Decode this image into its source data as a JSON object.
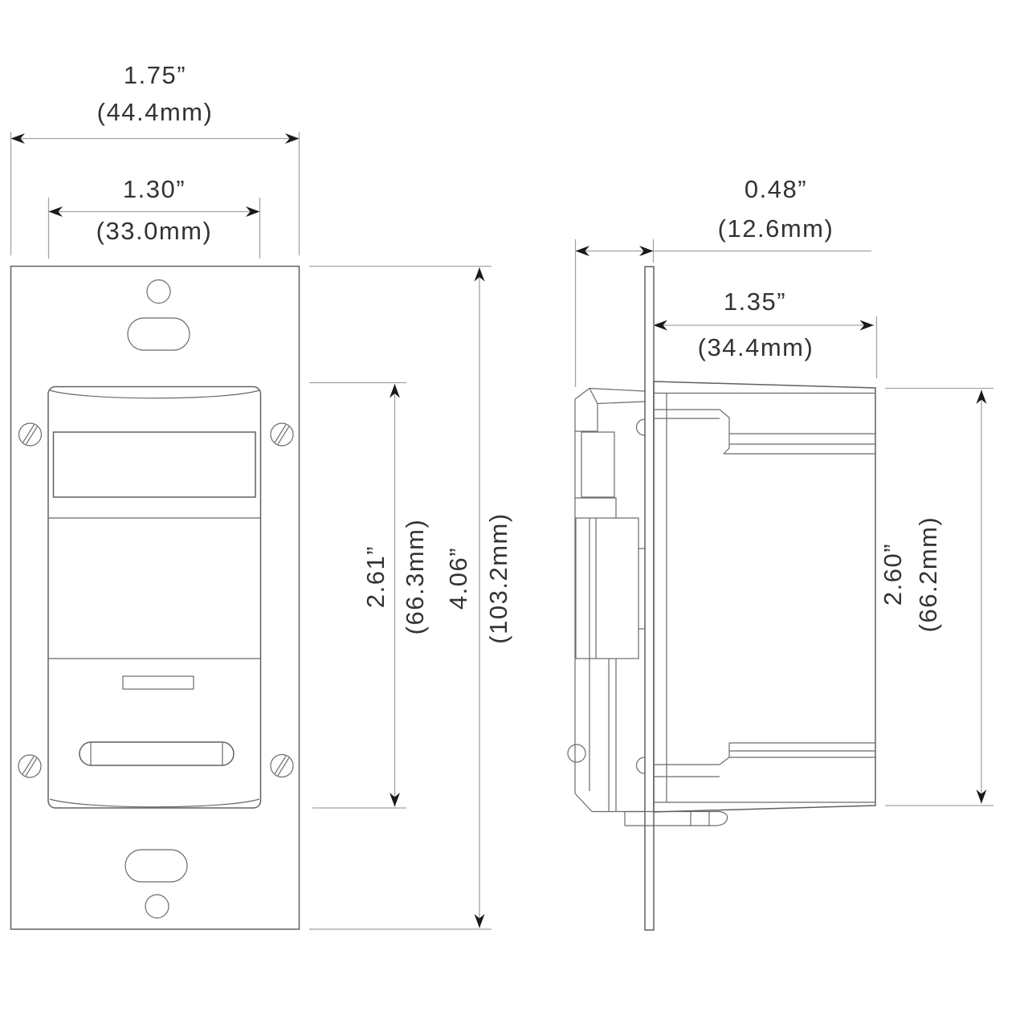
{
  "drawing": {
    "type": "dimensioned technical drawing, wall occupancy sensor switch",
    "views": {
      "front_view": "front elevation of wall plate with sensor module",
      "side_view": "side profile of plate and sensor body"
    },
    "dimensions": {
      "overall_width": {
        "inches": "1.75”",
        "mm": "(44.4mm)"
      },
      "module_width": {
        "inches": "1.30”",
        "mm": "(33.0mm)"
      },
      "module_height": {
        "inches": "2.61”",
        "mm": "(66.3mm)"
      },
      "overall_height": {
        "inches": "4.06”",
        "mm": "(103.2mm)"
      },
      "mount_depth": {
        "inches": "0.48”",
        "mm": "(12.6mm)"
      },
      "body_depth": {
        "inches": "1.35”",
        "mm": "(34.4mm)"
      },
      "body_height": {
        "inches": "2.60”",
        "mm": "(66.2mm)"
      }
    },
    "colors": {
      "object_line": "#606060",
      "dimension_line": "#a3a3a3",
      "arrowhead": "#1a1a1a",
      "text": "#333333",
      "background": "#ffffff"
    }
  }
}
